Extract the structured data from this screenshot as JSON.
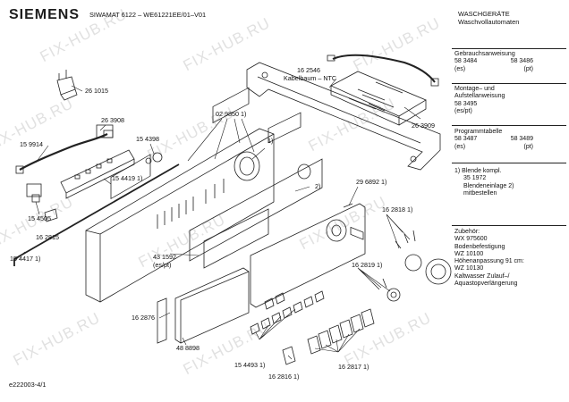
{
  "brand": "SIEMENS",
  "header": {
    "model": "SIWAMAT 6122 – WE61221EE/01–V01"
  },
  "category": {
    "line1": "WASCHGERÄTE",
    "line2": "Waschvollautomaten"
  },
  "side_info": {
    "user_manual": {
      "title": "Gebrauchsanweisung",
      "num_es": "58 3484",
      "num_pt": "58 3486",
      "lang_es": "(es)",
      "lang_pt": "(pt)"
    },
    "install": {
      "line1": "Montage– und",
      "line2": "Aufstellanweisung",
      "num": "58 3495",
      "lang": "(es/pt)"
    },
    "program": {
      "title": "Programmtabelle",
      "num_es": "58 3487",
      "num_pt": "58 3489",
      "lang_es": "(es)",
      "lang_pt": "(pt)"
    },
    "notes": {
      "line1": "1) Blende kompl.",
      "line2": "35 1972",
      "line3": "Blendeneinlage 2)",
      "line4": "mitbestellen"
    },
    "accessories": {
      "title": "Zubehör:",
      "lines": [
        "WX 975600",
        "Bodenbefestigung",
        "WZ 10100",
        "Höhenanpassung 91 cm:",
        "WZ 10130",
        "Kaltwasser Zulauf–/",
        "Aquastopverlängerung"
      ]
    }
  },
  "labels": {
    "p261015": "26 1015",
    "p263908": "26 3908",
    "p159914": "15 9914",
    "p154398": "15 4398",
    "p029850": "02 9850 1)",
    "p154419": "15 4419 1)",
    "p154505": "15 4505",
    "p162815": "16 2815",
    "p154417": "15 4417 1)",
    "p162546": "16 2546",
    "kabel": "Kabelbaum – NTC",
    "p263909": "26 3909",
    "note1": "1)",
    "note2": "2)",
    "p296892": "29 6892 1)",
    "p431592": "43 1592",
    "p431592l": "(es/pt)",
    "p162818": "16 2818 1)",
    "p162819": "16 2819 1)",
    "p162876": "16 2876",
    "p488898": "48 8898",
    "p154493": "15 4493 1)",
    "p162816": "16 2816 1)",
    "p162817": "16 2817 1)"
  },
  "footer": {
    "code": "e222003-4/1"
  },
  "watermark": {
    "text": "FIX-HUB.RU"
  }
}
